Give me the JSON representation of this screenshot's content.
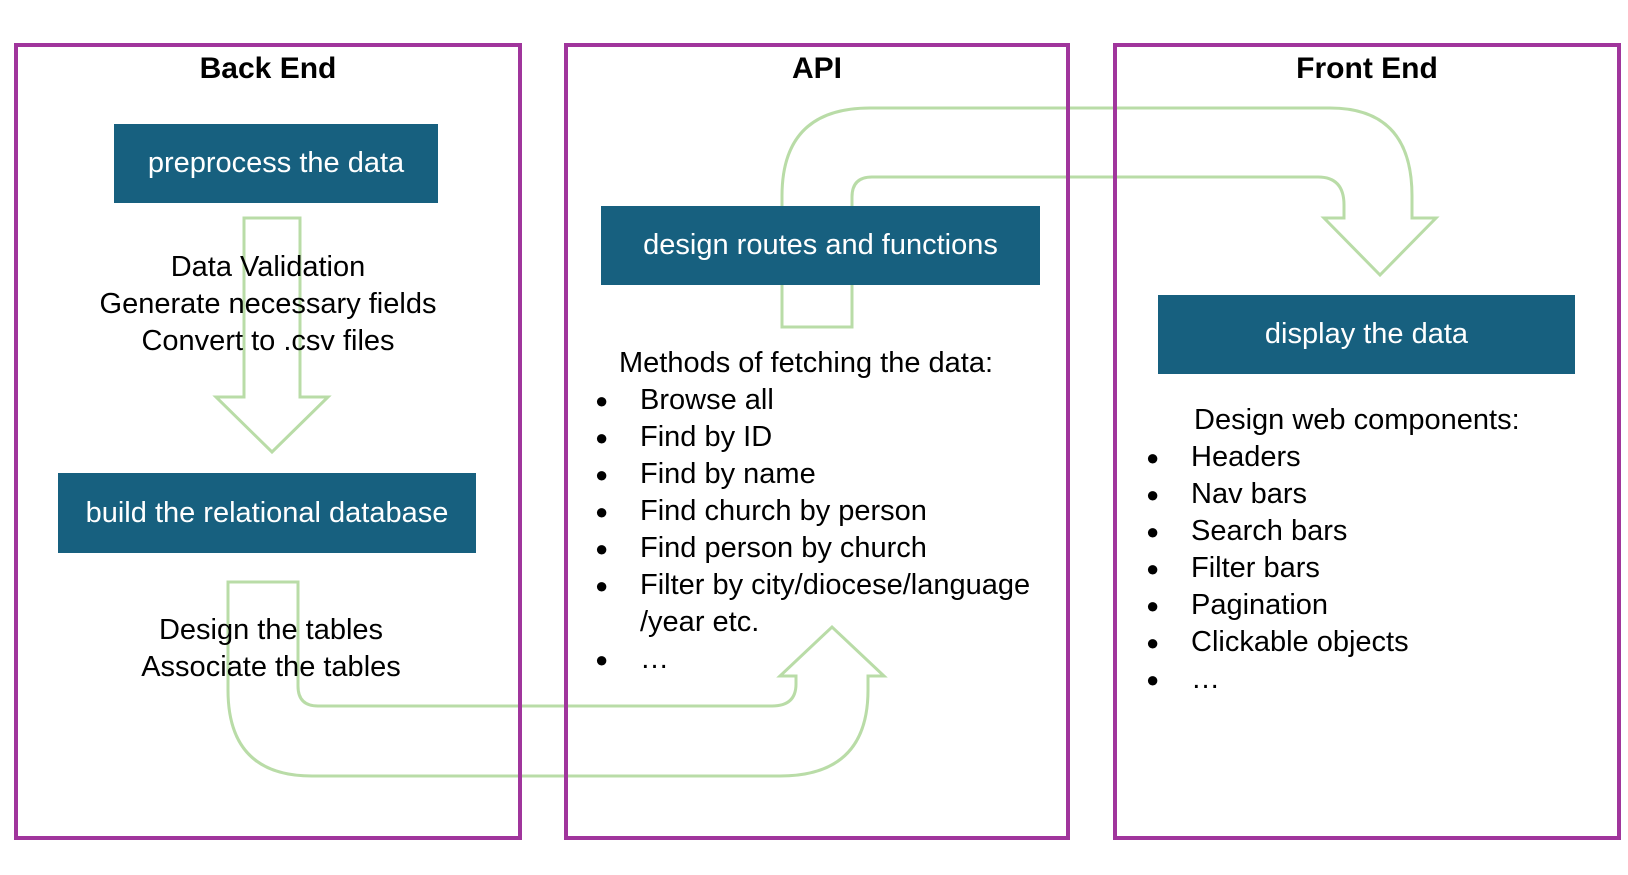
{
  "colors": {
    "panel_border": "#a0359c",
    "step_box": "#17607f",
    "step_text": "#ffffff",
    "arrow_stroke": "#b9dca7"
  },
  "back_end": {
    "title": "Back End",
    "step1": "preprocess the data",
    "step1_notes": [
      "Data Validation",
      "Generate necessary fields",
      "Convert to .csv files"
    ],
    "step2": "build the relational database",
    "step2_notes": [
      "Design the tables",
      "Associate the tables"
    ]
  },
  "api": {
    "title": "API",
    "step": "design routes and functions",
    "list_heading": "Methods of fetching the data:",
    "methods": [
      "Browse all",
      "Find by ID",
      "Find by name",
      "Find church by person",
      "Find person by church",
      "Filter by city/diocese/language\n/year etc.",
      "…"
    ]
  },
  "front_end": {
    "title": "Front End",
    "step": "display the data",
    "list_heading": "Design web components:",
    "components": [
      "Headers",
      "Nav bars",
      "Search bars",
      "Filter bars",
      "Pagination",
      "Clickable objects",
      "…"
    ]
  },
  "icons": {
    "down_arrow": "down-arrow-icon",
    "u_turn_arrow": "u-turn-arrow-icon",
    "bullet": "bullet-icon"
  }
}
